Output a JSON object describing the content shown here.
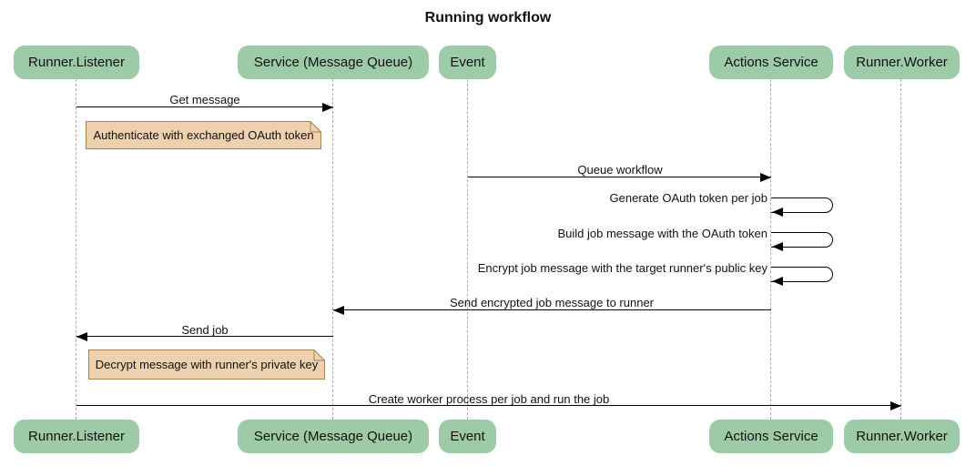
{
  "title": "Running workflow",
  "participants": [
    {
      "id": "runner-listener",
      "label": "Runner.Listener"
    },
    {
      "id": "service-message-queue",
      "label": "Service (Message Queue)"
    },
    {
      "id": "event",
      "label": "Event"
    },
    {
      "id": "actions-service",
      "label": "Actions Service"
    },
    {
      "id": "runner-worker",
      "label": "Runner.Worker"
    }
  ],
  "messages": [
    {
      "label": "Get message",
      "from": "Runner.Listener",
      "to": "Service (Message Queue)",
      "type": "arrow"
    },
    {
      "label": "Queue workflow",
      "from": "Event",
      "to": "Actions Service",
      "type": "arrow"
    },
    {
      "label": "Generate OAuth token per job",
      "from": "Actions Service",
      "to": "Actions Service",
      "type": "self"
    },
    {
      "label": "Build job message with the OAuth token",
      "from": "Actions Service",
      "to": "Actions Service",
      "type": "self"
    },
    {
      "label": "Encrypt job message with the target runner's public key",
      "from": "Actions Service",
      "to": "Actions Service",
      "type": "self"
    },
    {
      "label": "Send encrypted job message to runner",
      "from": "Actions Service",
      "to": "Service (Message Queue)",
      "type": "arrow"
    },
    {
      "label": "Send job",
      "from": "Service (Message Queue)",
      "to": "Runner.Listener",
      "type": "arrow"
    },
    {
      "label": "Create worker process per job and run the job",
      "from": "Runner.Listener",
      "to": "Runner.Worker",
      "type": "arrow"
    }
  ],
  "notes": [
    {
      "text": "Authenticate with exchanged OAuth token",
      "anchor": "Runner.Listener"
    },
    {
      "text": "Decrypt message with runner's private key",
      "anchor": "Runner.Listener"
    }
  ],
  "colors": {
    "participant_fill": "#9ECBA7",
    "note_fill": "#EDD1AE",
    "note_border": "#AA8250",
    "lifeline": "#ABABAB",
    "arrow": "#000000",
    "text": "#111111",
    "background": "#FFFFFF"
  }
}
